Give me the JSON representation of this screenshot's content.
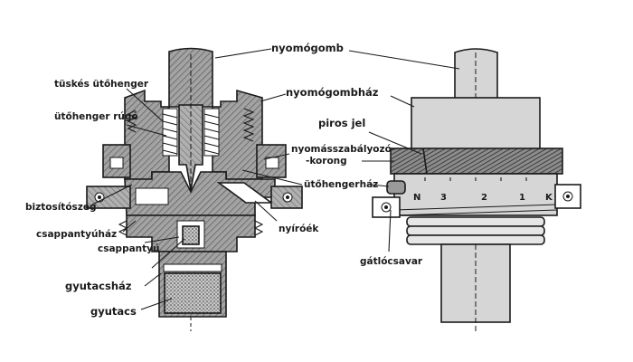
{
  "labels": {
    "nyomogomb": "nyomógomb",
    "tuskes_utohenger": "tüskés ütőhenger",
    "nyomogombhaz": "nyomógombház",
    "utohenger_rugo": "ütőhenger rúgó",
    "piros_jel": "piros jel",
    "nyomasszabalyozo_1": "nyomásszabályozó-",
    "nyomasszabalyozo_2": "-korong",
    "utohengerhaz": "ütőhengerház",
    "biztositoszeg": "biztosítószeg",
    "nyiroek": "nyíróék",
    "csappantyuhaz": "csappantyúház",
    "csappantyu": "csappantyú",
    "gatlocsavar": "gátlócsavar",
    "gyutacshaz": "gyutacsház",
    "gyutacs": "gyutacs"
  },
  "scale": {
    "n": "N",
    "s3": "3",
    "s2": "2",
    "s1": "1",
    "k": "K"
  },
  "colors": {
    "ink": "#1a1a1a",
    "section_fill": "#9a9a9a",
    "light_fill": "#d6d6d6",
    "paper": "#ffffff"
  }
}
